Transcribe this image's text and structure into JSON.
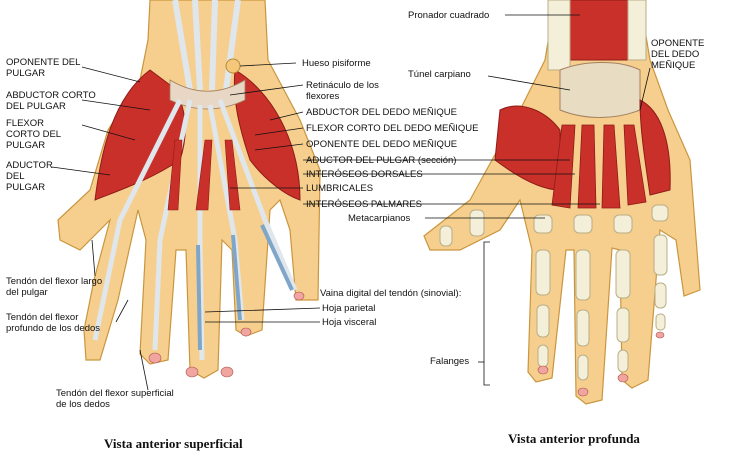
{
  "left": {
    "caption": "Vista anterior superficial",
    "labels": {
      "oponente_pulgar": "OPONENTE DEL PULGAR",
      "abductor_corto_pulgar": "ABDUCTOR CORTO DEL PULGAR",
      "flexor_corto_pulgar": "FLEXOR CORTO DEL PULGAR",
      "aductor_pulgar": "ADUCTOR DEL PULGAR",
      "tendon_flexor_largo": "Tendón del flexor largo del pulgar",
      "tendon_flexor_profundo": "Tendón del flexor profundo de los dedos",
      "tendon_flexor_superficial": "Tendón del flexor superficial de los dedos",
      "hueso_pisiforme": "Hueso pisiforme",
      "retinaculo": "Retináculo de los flexores",
      "abductor_menique": "ABDUCTOR DEL DEDO MEÑIQUE",
      "flexor_corto_menique": "FLEXOR CORTO DEL DEDO MEÑIQUE",
      "oponente_menique": "OPONENTE DEL DEDO MEÑIQUE",
      "aductor_pulgar_seccion": "ADUCTOR DEL PULGAR (sección)",
      "interoseos_dorsales": "INTERÓSEOS DORSALES",
      "lumbricales": "LUMBRICALES",
      "interoseos_palmares": "INTERÓSEOS PALMARES",
      "metacarpianos": "Metacarpianos",
      "vaina_digital": "Vaina digital del tendón (sinovial):",
      "hoja_parietal": "Hoja parietal",
      "hoja_visceral": "Hoja visceral"
    }
  },
  "right": {
    "caption": "Vista anterior profunda",
    "labels": {
      "pronador_cuadrado": "Pronador cuadrado",
      "tunel_carpiano": "Túnel carpiano",
      "oponente_menique_r": "OPONENTE DEL DEDO MEÑIQUE",
      "falanges": "Falanges"
    }
  },
  "colors": {
    "skin": "#f6cf8e",
    "muscle": "#c9302a",
    "muscle_dark": "#8e1c17",
    "tendon": "#dfe6ec",
    "bone": "#f3efd8",
    "bone_edge": "#b8ae86",
    "sheath": "#7fa6c9"
  }
}
